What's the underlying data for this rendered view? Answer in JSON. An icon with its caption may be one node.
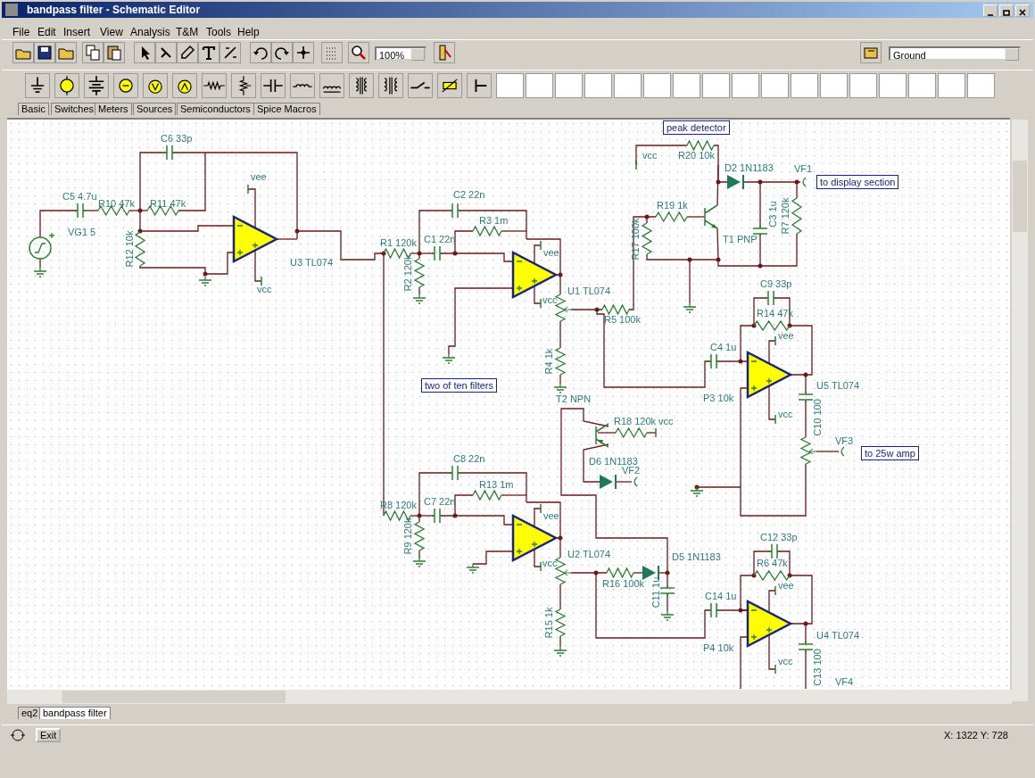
{
  "diagram": {
    "nodes": [
      {
        "text": [
          "peak detector"
        ]
      },
      {
        "text": [
          "to display section"
        ]
      },
      {
        "text": [
          "two of ten filters"
        ]
      },
      {
        "text": [
          "to 25w amp"
        ]
      }
    ],
    "labels": [
      "bandpass filter - Schematic Editor",
      "File",
      "Edit",
      "Insert",
      "View",
      "Analysis",
      "T&M",
      "Tools",
      "Help",
      "100%",
      "Ground",
      "Basic",
      "Switches",
      "Meters",
      "Sources",
      "Semiconductors",
      "Spice Macros",
      "C6 33p",
      "vee",
      "C5 4.7u",
      "R10 47k",
      "R11 47k",
      "VG1 5",
      "R12 10k",
      "U3 TL074",
      "vcc",
      "C2 22n",
      "R3 1m",
      "R1 120k",
      "C1 22n",
      "R2 120k",
      "vee",
      "vcc",
      "U1 TL074",
      "R5 100k",
      "vcc",
      "R20 10k",
      "D2 1N1183",
      "VF1",
      "R19 1k",
      "R17 100k",
      "C3 1u",
      "T1 PNP",
      "R7 120k",
      "C9 33p",
      "R14 47k",
      "vee",
      "C4 1u",
      "R4 1k",
      "P3 10k",
      "C10 100",
      "U5 TL074",
      "vcc",
      "T2 NPN",
      "R18 120k",
      "vcc",
      "D6 1N1183",
      "VF2",
      "VF3",
      "C8 22n",
      "R13 1m",
      "R8 120k",
      "C7 22n",
      "R9 120k",
      "vee",
      "vcc",
      "U2 TL074",
      "R16 100k",
      "D5 1N1183",
      "C11 1u",
      "R15 1k",
      "C12 33p",
      "R6 47k",
      "vee",
      "C14 1u",
      "P4 10k",
      "C13 100",
      "U4 TL074",
      "vcc",
      "VF4",
      "eq2",
      "bandpass filter",
      "Exit",
      "X: 1322 Y: 728"
    ]
  }
}
